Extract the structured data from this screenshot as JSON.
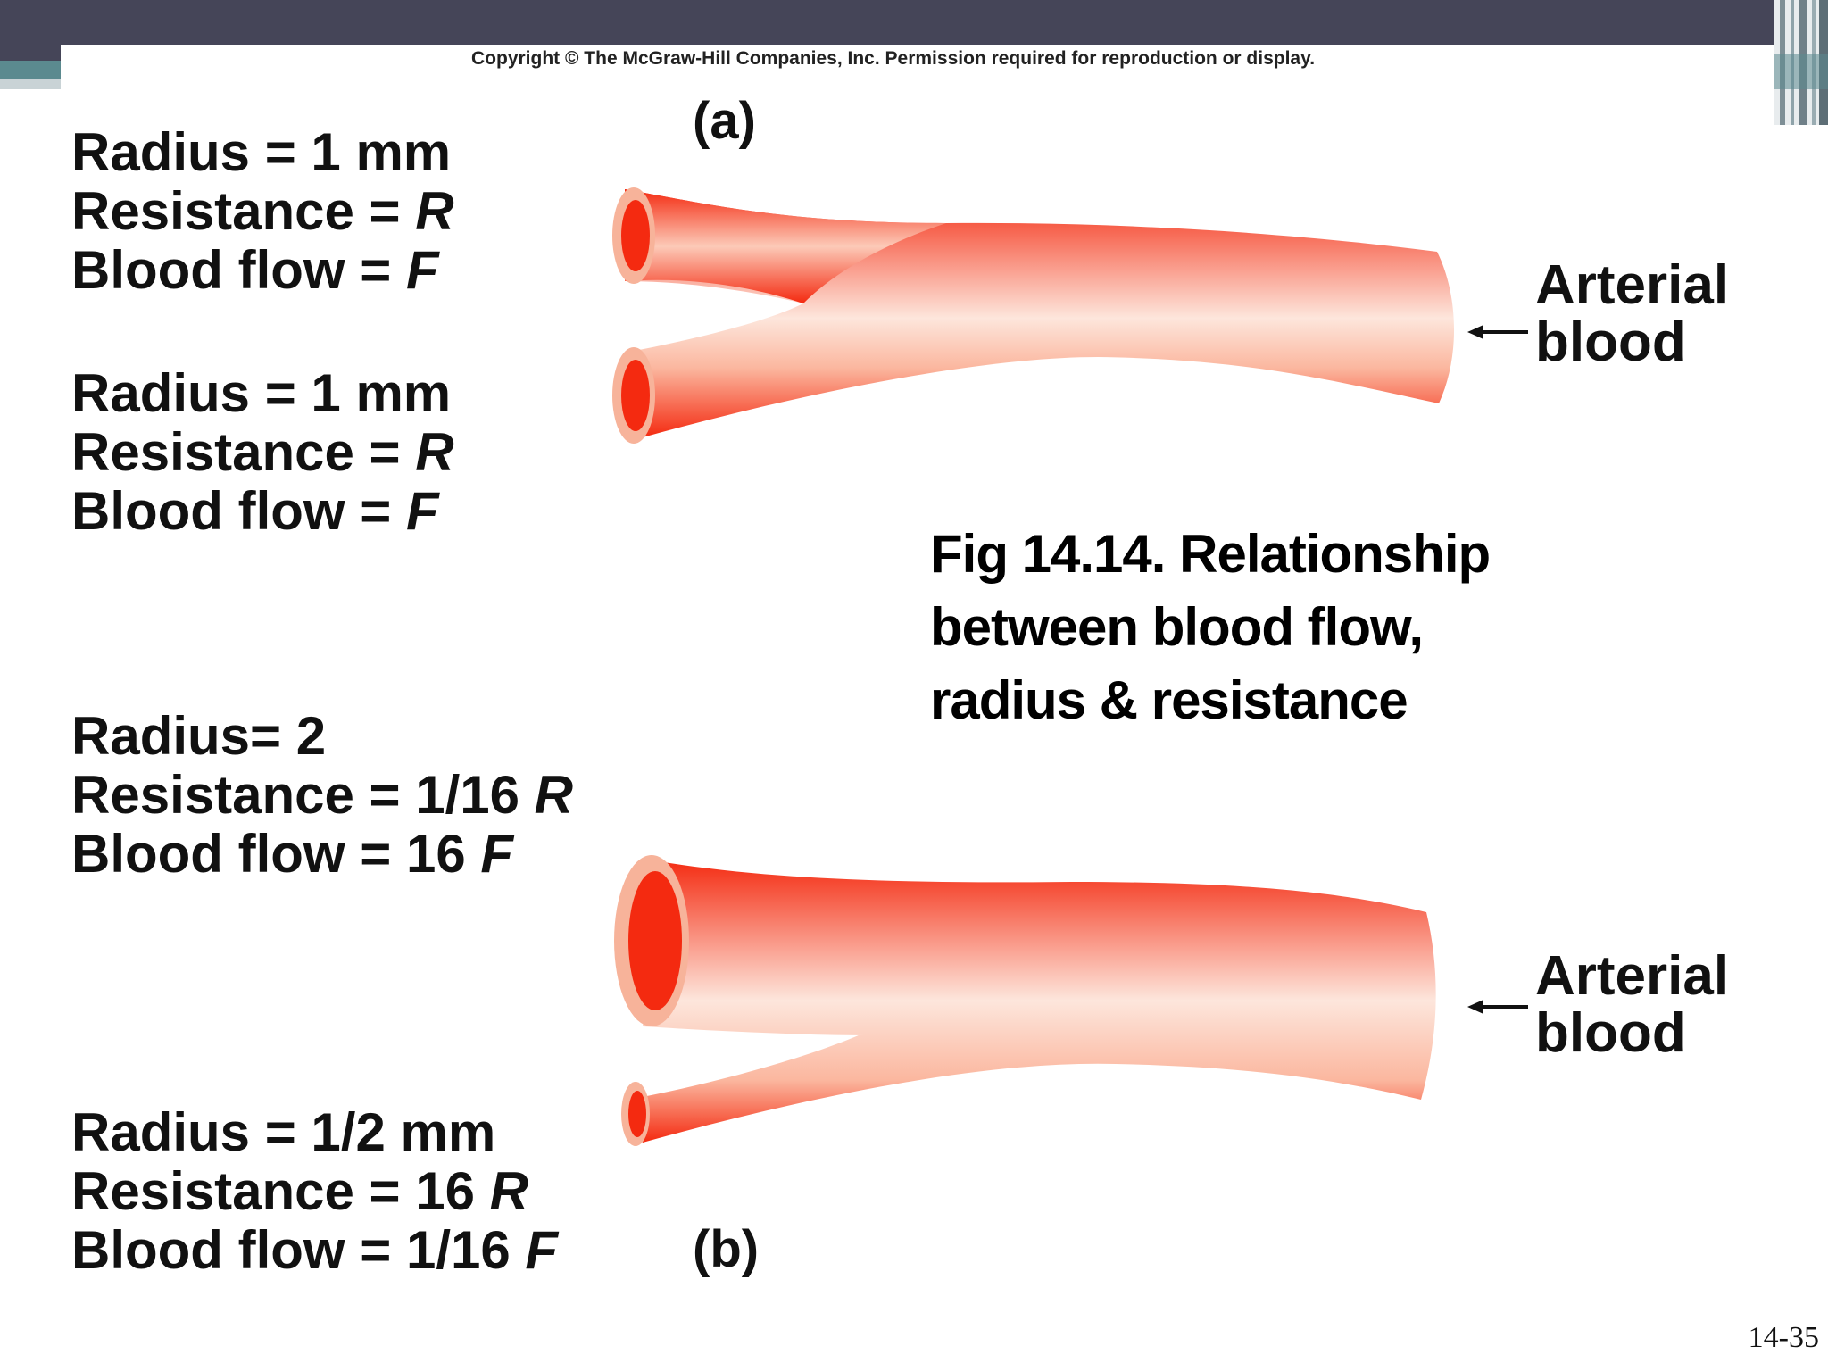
{
  "copyright": "Copyright © The McGraw-Hill Companies, Inc. Permission required for reproduction or display.",
  "panels": {
    "a": {
      "label": "(a)",
      "top_vessel": {
        "radius": "Radius = 1 mm",
        "resistance": "Resistance = ",
        "resistance_var": "R",
        "flow": "Blood flow = ",
        "flow_var": "F"
      },
      "bottom_vessel": {
        "radius": "Radius = 1 mm",
        "resistance": "Resistance = ",
        "resistance_var": "R",
        "flow": "Blood flow = ",
        "flow_var": "F"
      },
      "arterial": {
        "line1": "Arterial",
        "line2": "blood"
      }
    },
    "b": {
      "label": "(b)",
      "top_vessel": {
        "radius": "Radius= 2",
        "resistance": "Resistance = 1/16 ",
        "resistance_var": "R",
        "flow": "Blood flow = 16 ",
        "flow_var": "F"
      },
      "bottom_vessel": {
        "radius": "Radius = 1/2 mm",
        "resistance": "Resistance = 16 ",
        "resistance_var": "R",
        "flow": "Blood flow = 1/16 ",
        "flow_var": "F"
      },
      "arterial": {
        "line1": "Arterial",
        "line2": "blood"
      }
    }
  },
  "caption": {
    "line1": "Fig 14.14.  Relationship",
    "line2": "between blood flow,",
    "line3": "radius & resistance"
  },
  "page_number": "14-35",
  "colors": {
    "vessel_red": "#f42a10",
    "vessel_highlight": "#fde6dc",
    "lumen_rim": "#f7b39a",
    "topbar": "#454558",
    "accent_teal": "#5b8a8f"
  }
}
